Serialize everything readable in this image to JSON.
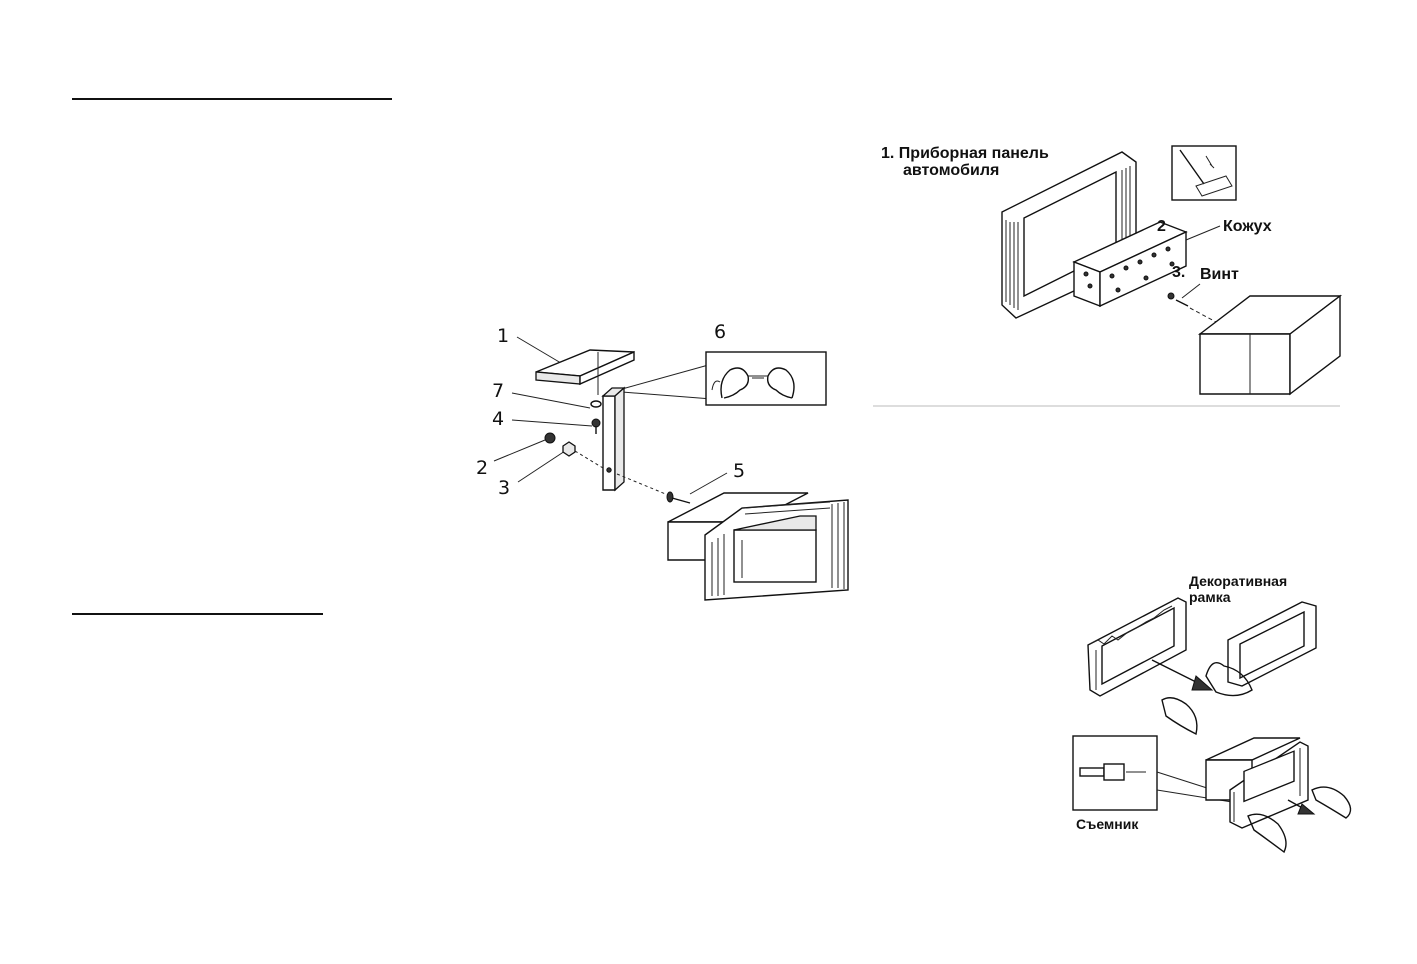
{
  "left_figure": {
    "callouts": [
      "1",
      "2",
      "3",
      "4",
      "5",
      "6",
      "7"
    ]
  },
  "right_top_figure": {
    "dashboard_label_line1": "1. Приборная панель",
    "dashboard_label_line2": "автомобиля",
    "sleeve_number": "2",
    "sleeve_label": "Кожух",
    "screw_number": "3.",
    "screw_label": "Винт"
  },
  "right_bottom_figure": {
    "frame_label_line1": "Декоративная",
    "frame_label_line2": "рамка",
    "tool_label": "Съемник"
  }
}
